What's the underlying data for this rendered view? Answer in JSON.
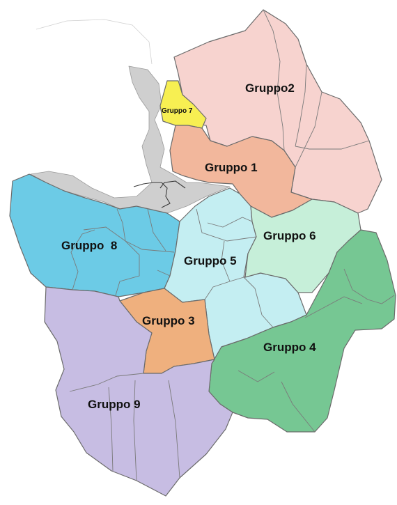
{
  "map": {
    "regions": [
      {
        "id": "g1",
        "label": "Gruppo 1",
        "color": "#f2b79c"
      },
      {
        "id": "g2",
        "label": "Gruppo2",
        "color": "#f7d3cf"
      },
      {
        "id": "g3",
        "label": "Gruppo 3",
        "color": "#efb07e"
      },
      {
        "id": "g4",
        "label": "Gruppo 4",
        "color": "#76c793"
      },
      {
        "id": "g5",
        "label": "Gruppo 5",
        "color": "#c4eef2"
      },
      {
        "id": "g6",
        "label": "Gruppo 6",
        "color": "#c6efd9"
      },
      {
        "id": "g7",
        "label": "Gruppo 7",
        "color": "#f7ef52"
      },
      {
        "id": "g8",
        "label": "Gruppo  8",
        "color": "#6ccbe6"
      },
      {
        "id": "g9",
        "label": "Gruppo 9",
        "color": "#c7bde3"
      }
    ],
    "unassigned_color": "#cfcfcf",
    "outline_color": "#6b6b6b"
  }
}
